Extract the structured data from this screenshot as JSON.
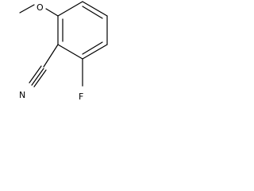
{
  "molecule": {
    "atoms": {
      "oxygen": "O",
      "nitrogen": "N",
      "fluorine": "F"
    },
    "colors": {
      "bond": "#000000",
      "label": "#000000",
      "background": "#ffffff"
    }
  }
}
